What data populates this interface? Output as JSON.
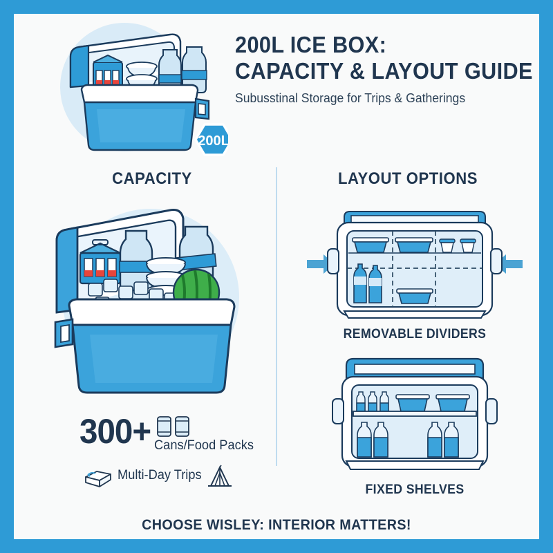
{
  "poster": {
    "border_color": "#2E9BD6",
    "canvas_color": "#F9FAFA",
    "ink_color": "#20364F",
    "accent_blue": "#2E9BD6",
    "light_blue": "#BFDCEF"
  },
  "header": {
    "title_line1": "200L ICE BOX:",
    "title_line2": "CAPACITY & LAYOUT GUIDE",
    "subtitle": "Subusstinal Storage for Trips & Gatherings",
    "badge_label": "200L"
  },
  "sections": {
    "capacity_heading": "CAPACITY",
    "layout_heading": "LAYOUT OPTIONS"
  },
  "capacity": {
    "stat_number": "300+",
    "stat_label": "Cans/Food Packs",
    "trip_label": "Multi-Day Trips",
    "can_icon": "can-icon",
    "cooler_icon": "cooler-box-icon",
    "tent_icon": "tent-icon"
  },
  "layout_options": [
    {
      "caption": "REMOVABLE DIVIDERS",
      "icon": "cooler-cross-section-dividers"
    },
    {
      "caption": "FIXED SHELVES",
      "icon": "cooler-cross-section-shelves"
    }
  ],
  "footer": {
    "tagline": "CHOOSE WISLEY: INTERIOR MATTERS!"
  }
}
